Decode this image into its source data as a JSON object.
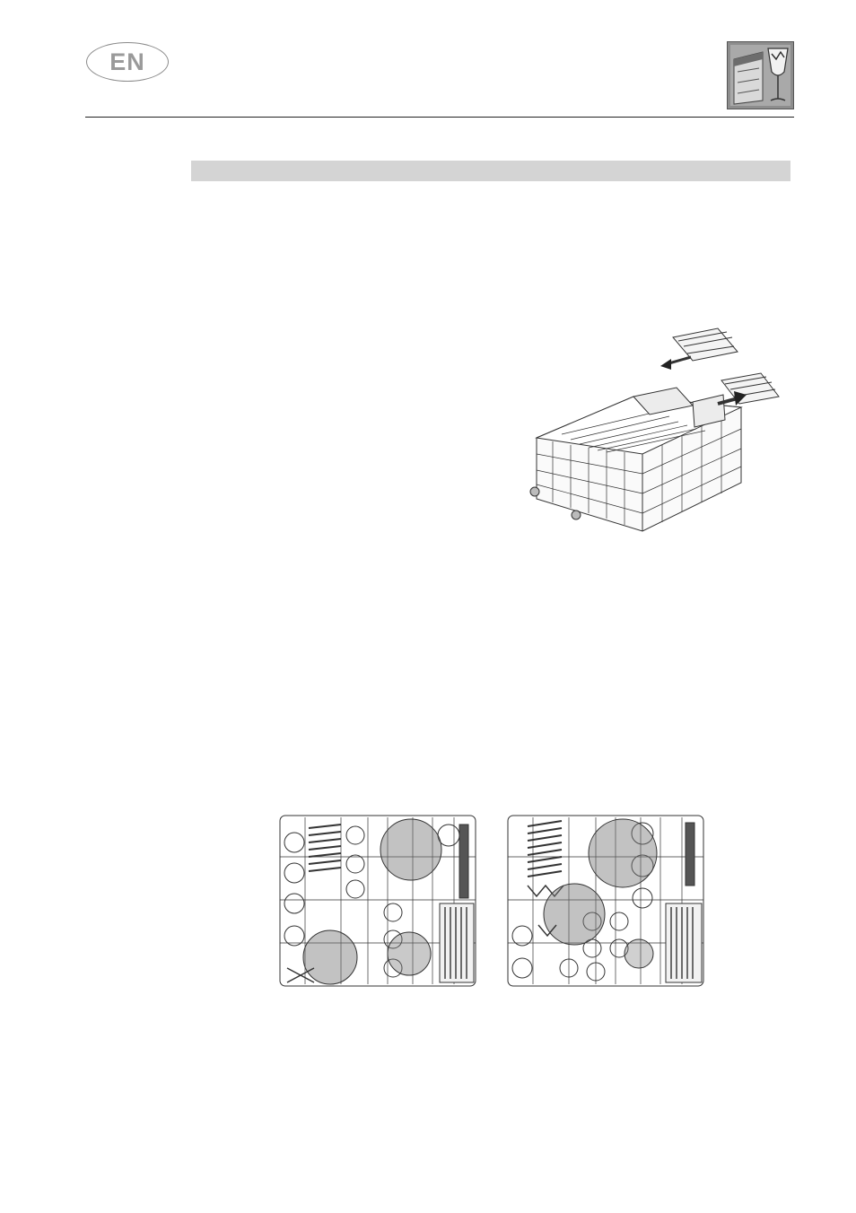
{
  "header": {
    "language_badge": "EN",
    "section_icon": "dishwasher-glass-icon"
  },
  "section": {
    "heading": ""
  },
  "figures": {
    "basket": "upper-basket-illustration",
    "rack_left": "loading-example-left",
    "rack_right": "loading-example-right"
  }
}
